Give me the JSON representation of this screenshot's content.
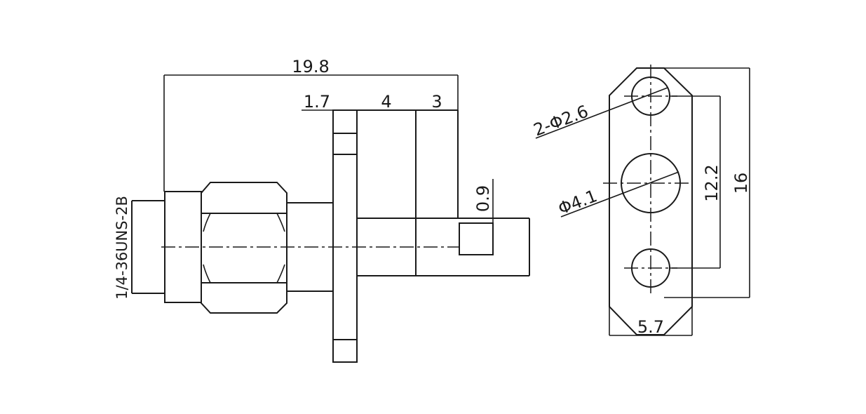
{
  "side_view": {
    "dim_overall_length": "19.8",
    "dim_flange_thickness": "1.7",
    "dim_pin_section": "4",
    "dim_pin_tip": "3",
    "dim_pin_offset": "0.9",
    "thread_spec": "1/4-36UNS-2B"
  },
  "front_view": {
    "dim_mount_holes": "2-Φ2.6",
    "dim_center_bore": "Φ4.1",
    "dim_hole_spacing": "12.2",
    "dim_flange_height": "16",
    "dim_flange_width": "5.7"
  }
}
